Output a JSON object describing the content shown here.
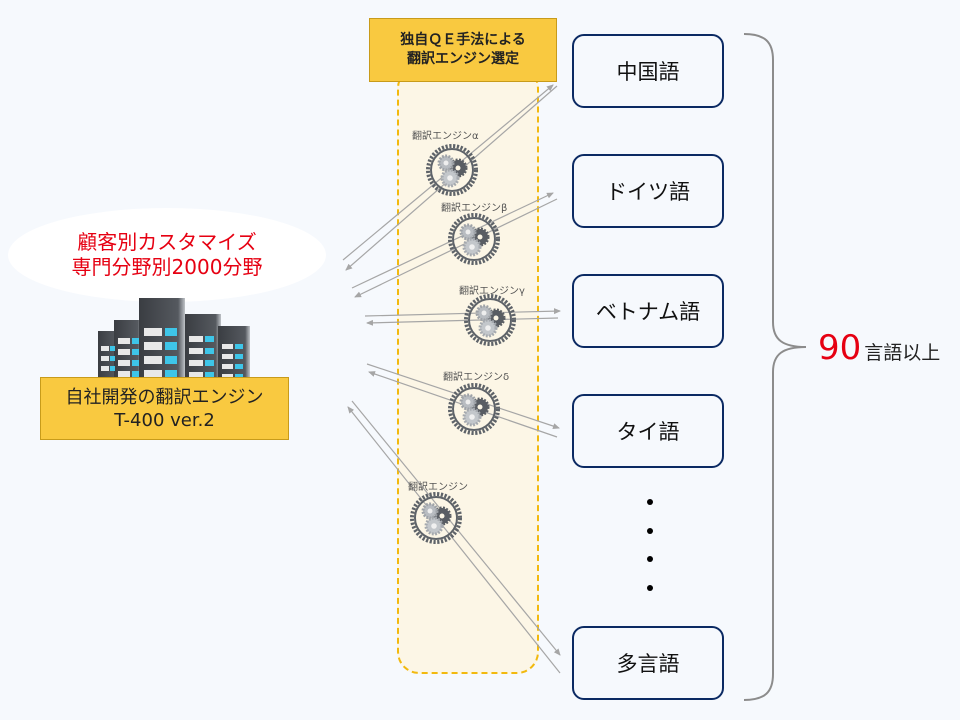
{
  "qe_selection": {
    "line1": "独自ＱＥ手法による",
    "line2": "翻訳エンジン選定"
  },
  "customization": {
    "line1": "顧客別カスタマイズ",
    "line2": "専門分野別2000分野"
  },
  "in_house_engine": {
    "line1": "自社開発の翻訳エンジン",
    "line2": "T-400 ver.2",
    "icon": "server-rack-icon"
  },
  "engines": [
    {
      "label": "翻訳エンジンα",
      "icon": "gears-icon"
    },
    {
      "label": "翻訳エンジンβ",
      "icon": "gears-icon"
    },
    {
      "label": "翻訳エンジンγ",
      "icon": "gears-icon"
    },
    {
      "label": "翻訳エンジンδ",
      "icon": "gears-icon"
    },
    {
      "label": "翻訳エンジン",
      "icon": "gears-icon"
    }
  ],
  "languages": [
    {
      "label": "中国語"
    },
    {
      "label": "ドイツ語"
    },
    {
      "label": "ベトナム語"
    },
    {
      "label": "タイ語"
    },
    {
      "label": "多言語"
    }
  ],
  "ellipsis_dots": 4,
  "total": {
    "number": "90",
    "suffix": "言語以上"
  },
  "colors": {
    "background": "#f6f9fd",
    "accent_yellow": "#f9c940",
    "lane_fill": "#fcf6e6",
    "lane_border": "#f2b90e",
    "highlight_red": "#e60012",
    "box_border": "#0b2a63",
    "arrow_gray": "#a6a6a6"
  }
}
